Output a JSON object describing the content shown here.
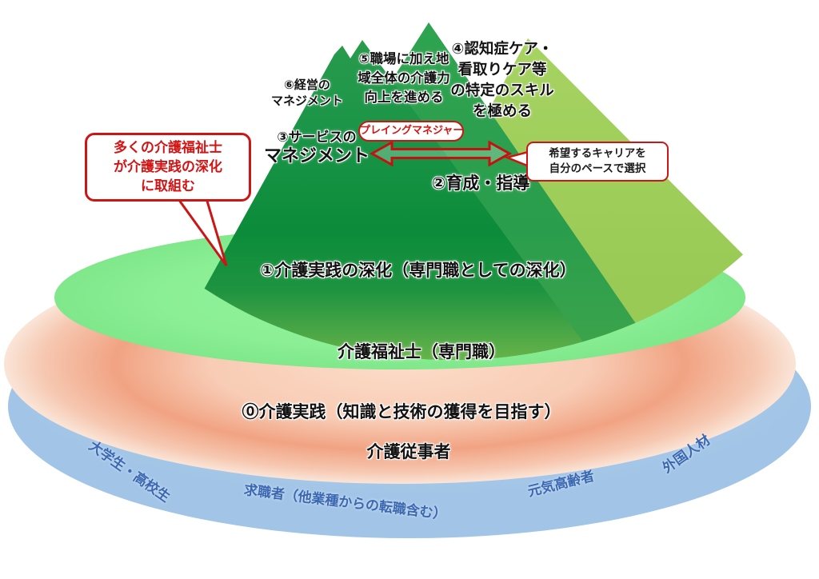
{
  "colors": {
    "accent_red": "#cc1616",
    "ring_text_blue": "#3a67b2",
    "mountain_dark_green": "#0b8c3a",
    "mountain_mid_green": "#2a9d4c",
    "mountain_light_green": "#9bcb57",
    "island_green": "#8bef95",
    "orange_band": "#f1a383",
    "water_blue": "#a6c8e8"
  },
  "peak_labels": {
    "management_biz": {
      "lines": [
        "⑥経営の",
        "マネジメント"
      ]
    },
    "community": {
      "lines": [
        "⑤職場に加え地",
        "域全体の介護力",
        "向上を進める"
      ]
    },
    "specialized_skills": {
      "lines": [
        "④認知症ケア・",
        "看取りケア等",
        "の特定のスキル",
        "を極める"
      ]
    },
    "service_mgmt": {
      "line1": "③サービスの",
      "line2": "マネジメント"
    },
    "training": "②育成・指導",
    "deepening": "①介護実践の深化（専門職としての深化）"
  },
  "badge_playing_manager": "プレイングマネジャー",
  "bubble_left": {
    "lines": [
      "多くの介護福祉士",
      "が介護実践の深化",
      "に取組む"
    ]
  },
  "bubble_right": {
    "lines": [
      "希望するキャリアを",
      "自分のペースで選択"
    ]
  },
  "island_label": "介護福祉士（専門職）",
  "base_labels": {
    "practice": "⓪介護実践（知識と技術の獲得を目指す）",
    "workers": "介護従事者"
  },
  "ring_labels": {
    "students": "大学生・高校生",
    "job_seekers": "求職者（他業種からの転職含む）",
    "healthy_seniors": "元気高齢者",
    "foreign_talent": "外国人材"
  }
}
